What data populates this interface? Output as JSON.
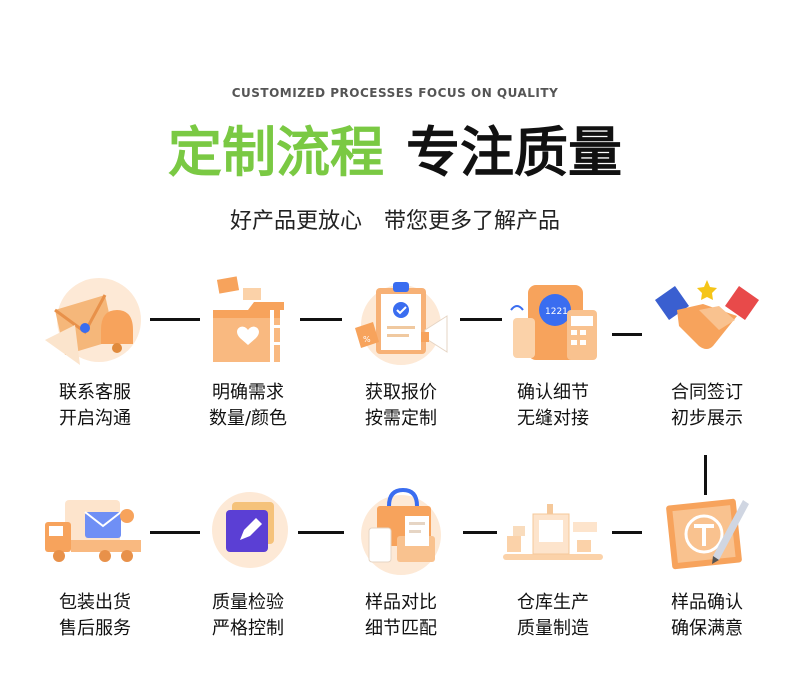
{
  "header": {
    "subtitle_en": "CUSTOMIZED PROCESSES FOCUS ON QUALITY",
    "title_green": "定制流程",
    "title_black": "专注质量",
    "tagline_left": "好产品更放心",
    "tagline_right": "带您更多了解产品"
  },
  "steps": [
    {
      "line1": "联系客服",
      "line2": "开启沟通",
      "icon": "mail-bell-icon"
    },
    {
      "line1": "明确需求",
      "line2": "数量/颜色",
      "icon": "folder-heart-icon"
    },
    {
      "line1": "获取报价",
      "line2": "按需定制",
      "icon": "clipboard-megaphone-icon"
    },
    {
      "line1": "确认细节",
      "line2": "无缝对接",
      "icon": "payment-terminal-icon"
    },
    {
      "line1": "合同签订",
      "line2": "初步展示",
      "icon": "handshake-icon"
    },
    {
      "line1": "包装出货",
      "line2": "售后服务",
      "icon": "delivery-truck-icon"
    },
    {
      "line1": "质量检验",
      "line2": "严格控制",
      "icon": "edit-square-icon"
    },
    {
      "line1": "样品对比",
      "line2": "细节匹配",
      "icon": "shopping-bag-icon"
    },
    {
      "line1": "仓库生产",
      "line2": "质量制造",
      "icon": "factory-conveyor-icon"
    },
    {
      "line1": "样品确认",
      "line2": "确保满意",
      "icon": "blueprint-pen-icon"
    }
  ],
  "colors": {
    "accent_green": "#7ac943",
    "icon_orange": "#f5a05a"
  }
}
